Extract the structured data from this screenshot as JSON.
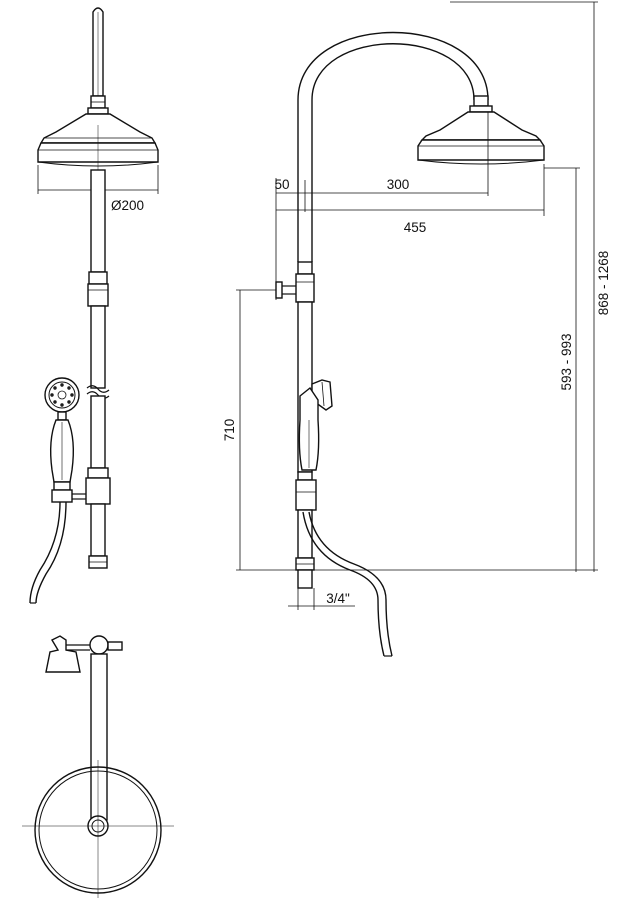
{
  "drawing": {
    "diameter_label": "Ø200",
    "rod_offset_label": "50",
    "arm_reach_label": "300",
    "total_reach_label": "455",
    "outlet_height_label": "710",
    "head_height_range_label": "593 - 993",
    "overall_height_range_label": "868 - 1268",
    "connection_size_label": "3/4\""
  }
}
